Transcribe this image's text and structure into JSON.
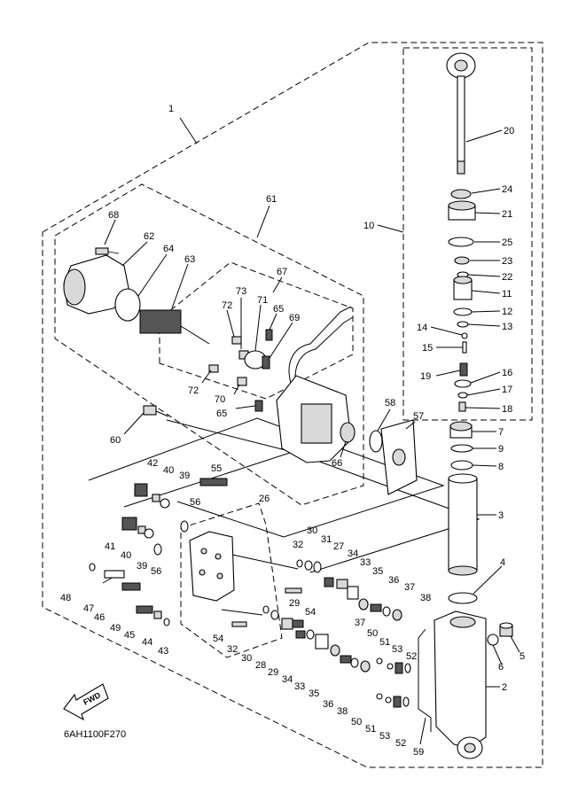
{
  "diagram": {
    "code": "6AH1100F270",
    "fwd_label": "FWD",
    "callouts": [
      {
        "id": "c1",
        "text": "1"
      },
      {
        "id": "c2",
        "text": "2"
      },
      {
        "id": "c3",
        "text": "3"
      },
      {
        "id": "c4",
        "text": "4"
      },
      {
        "id": "c5",
        "text": "5"
      },
      {
        "id": "c6",
        "text": "6"
      },
      {
        "id": "c7",
        "text": "7"
      },
      {
        "id": "c8",
        "text": "8"
      },
      {
        "id": "c9",
        "text": "9"
      },
      {
        "id": "c10",
        "text": "10"
      },
      {
        "id": "c11",
        "text": "11"
      },
      {
        "id": "c12",
        "text": "12"
      },
      {
        "id": "c13",
        "text": "13"
      },
      {
        "id": "c14",
        "text": "14"
      },
      {
        "id": "c15",
        "text": "15"
      },
      {
        "id": "c16",
        "text": "16"
      },
      {
        "id": "c17",
        "text": "17"
      },
      {
        "id": "c18",
        "text": "18"
      },
      {
        "id": "c19",
        "text": "19"
      },
      {
        "id": "c20",
        "text": "20"
      },
      {
        "id": "c21",
        "text": "21"
      },
      {
        "id": "c22",
        "text": "22"
      },
      {
        "id": "c23",
        "text": "23"
      },
      {
        "id": "c24",
        "text": "24"
      },
      {
        "id": "c25",
        "text": "25"
      },
      {
        "id": "c26",
        "text": "26"
      },
      {
        "id": "c27",
        "text": "27"
      },
      {
        "id": "c28",
        "text": "28"
      },
      {
        "id": "c29a",
        "text": "29"
      },
      {
        "id": "c29b",
        "text": "29"
      },
      {
        "id": "c30a",
        "text": "30"
      },
      {
        "id": "c30b",
        "text": "30"
      },
      {
        "id": "c31",
        "text": "31"
      },
      {
        "id": "c32a",
        "text": "32"
      },
      {
        "id": "c32b",
        "text": "32"
      },
      {
        "id": "c33a",
        "text": "33"
      },
      {
        "id": "c33b",
        "text": "33"
      },
      {
        "id": "c34a",
        "text": "34"
      },
      {
        "id": "c34b",
        "text": "34"
      },
      {
        "id": "c35a",
        "text": "35"
      },
      {
        "id": "c35b",
        "text": "35"
      },
      {
        "id": "c36a",
        "text": "36"
      },
      {
        "id": "c36b",
        "text": "36"
      },
      {
        "id": "c37a",
        "text": "37"
      },
      {
        "id": "c37b",
        "text": "37"
      },
      {
        "id": "c38a",
        "text": "38"
      },
      {
        "id": "c38b",
        "text": "38"
      },
      {
        "id": "c39a",
        "text": "39"
      },
      {
        "id": "c39b",
        "text": "39"
      },
      {
        "id": "c40a",
        "text": "40"
      },
      {
        "id": "c40b",
        "text": "40"
      },
      {
        "id": "c41",
        "text": "41"
      },
      {
        "id": "c42",
        "text": "42"
      },
      {
        "id": "c43",
        "text": "43"
      },
      {
        "id": "c44",
        "text": "44"
      },
      {
        "id": "c45",
        "text": "45"
      },
      {
        "id": "c46",
        "text": "46"
      },
      {
        "id": "c47",
        "text": "47"
      },
      {
        "id": "c48",
        "text": "48"
      },
      {
        "id": "c49",
        "text": "49"
      },
      {
        "id": "c50a",
        "text": "50"
      },
      {
        "id": "c50b",
        "text": "50"
      },
      {
        "id": "c51a",
        "text": "51"
      },
      {
        "id": "c51b",
        "text": "51"
      },
      {
        "id": "c52a",
        "text": "52"
      },
      {
        "id": "c52b",
        "text": "52"
      },
      {
        "id": "c53a",
        "text": "53"
      },
      {
        "id": "c53b",
        "text": "53"
      },
      {
        "id": "c54a",
        "text": "54"
      },
      {
        "id": "c54b",
        "text": "54"
      },
      {
        "id": "c55",
        "text": "55"
      },
      {
        "id": "c56a",
        "text": "56"
      },
      {
        "id": "c56b",
        "text": "56"
      },
      {
        "id": "c57",
        "text": "57"
      },
      {
        "id": "c58",
        "text": "58"
      },
      {
        "id": "c59",
        "text": "59"
      },
      {
        "id": "c60",
        "text": "60"
      },
      {
        "id": "c61",
        "text": "61"
      },
      {
        "id": "c62",
        "text": "62"
      },
      {
        "id": "c63",
        "text": "63"
      },
      {
        "id": "c64",
        "text": "64"
      },
      {
        "id": "c65a",
        "text": "65"
      },
      {
        "id": "c65b",
        "text": "65"
      },
      {
        "id": "c66",
        "text": "66"
      },
      {
        "id": "c67",
        "text": "67"
      },
      {
        "id": "c68",
        "text": "68"
      },
      {
        "id": "c69",
        "text": "69"
      },
      {
        "id": "c70",
        "text": "70"
      },
      {
        "id": "c71",
        "text": "71"
      },
      {
        "id": "c72a",
        "text": "72"
      },
      {
        "id": "c72b",
        "text": "72"
      },
      {
        "id": "c73",
        "text": "73"
      }
    ]
  }
}
